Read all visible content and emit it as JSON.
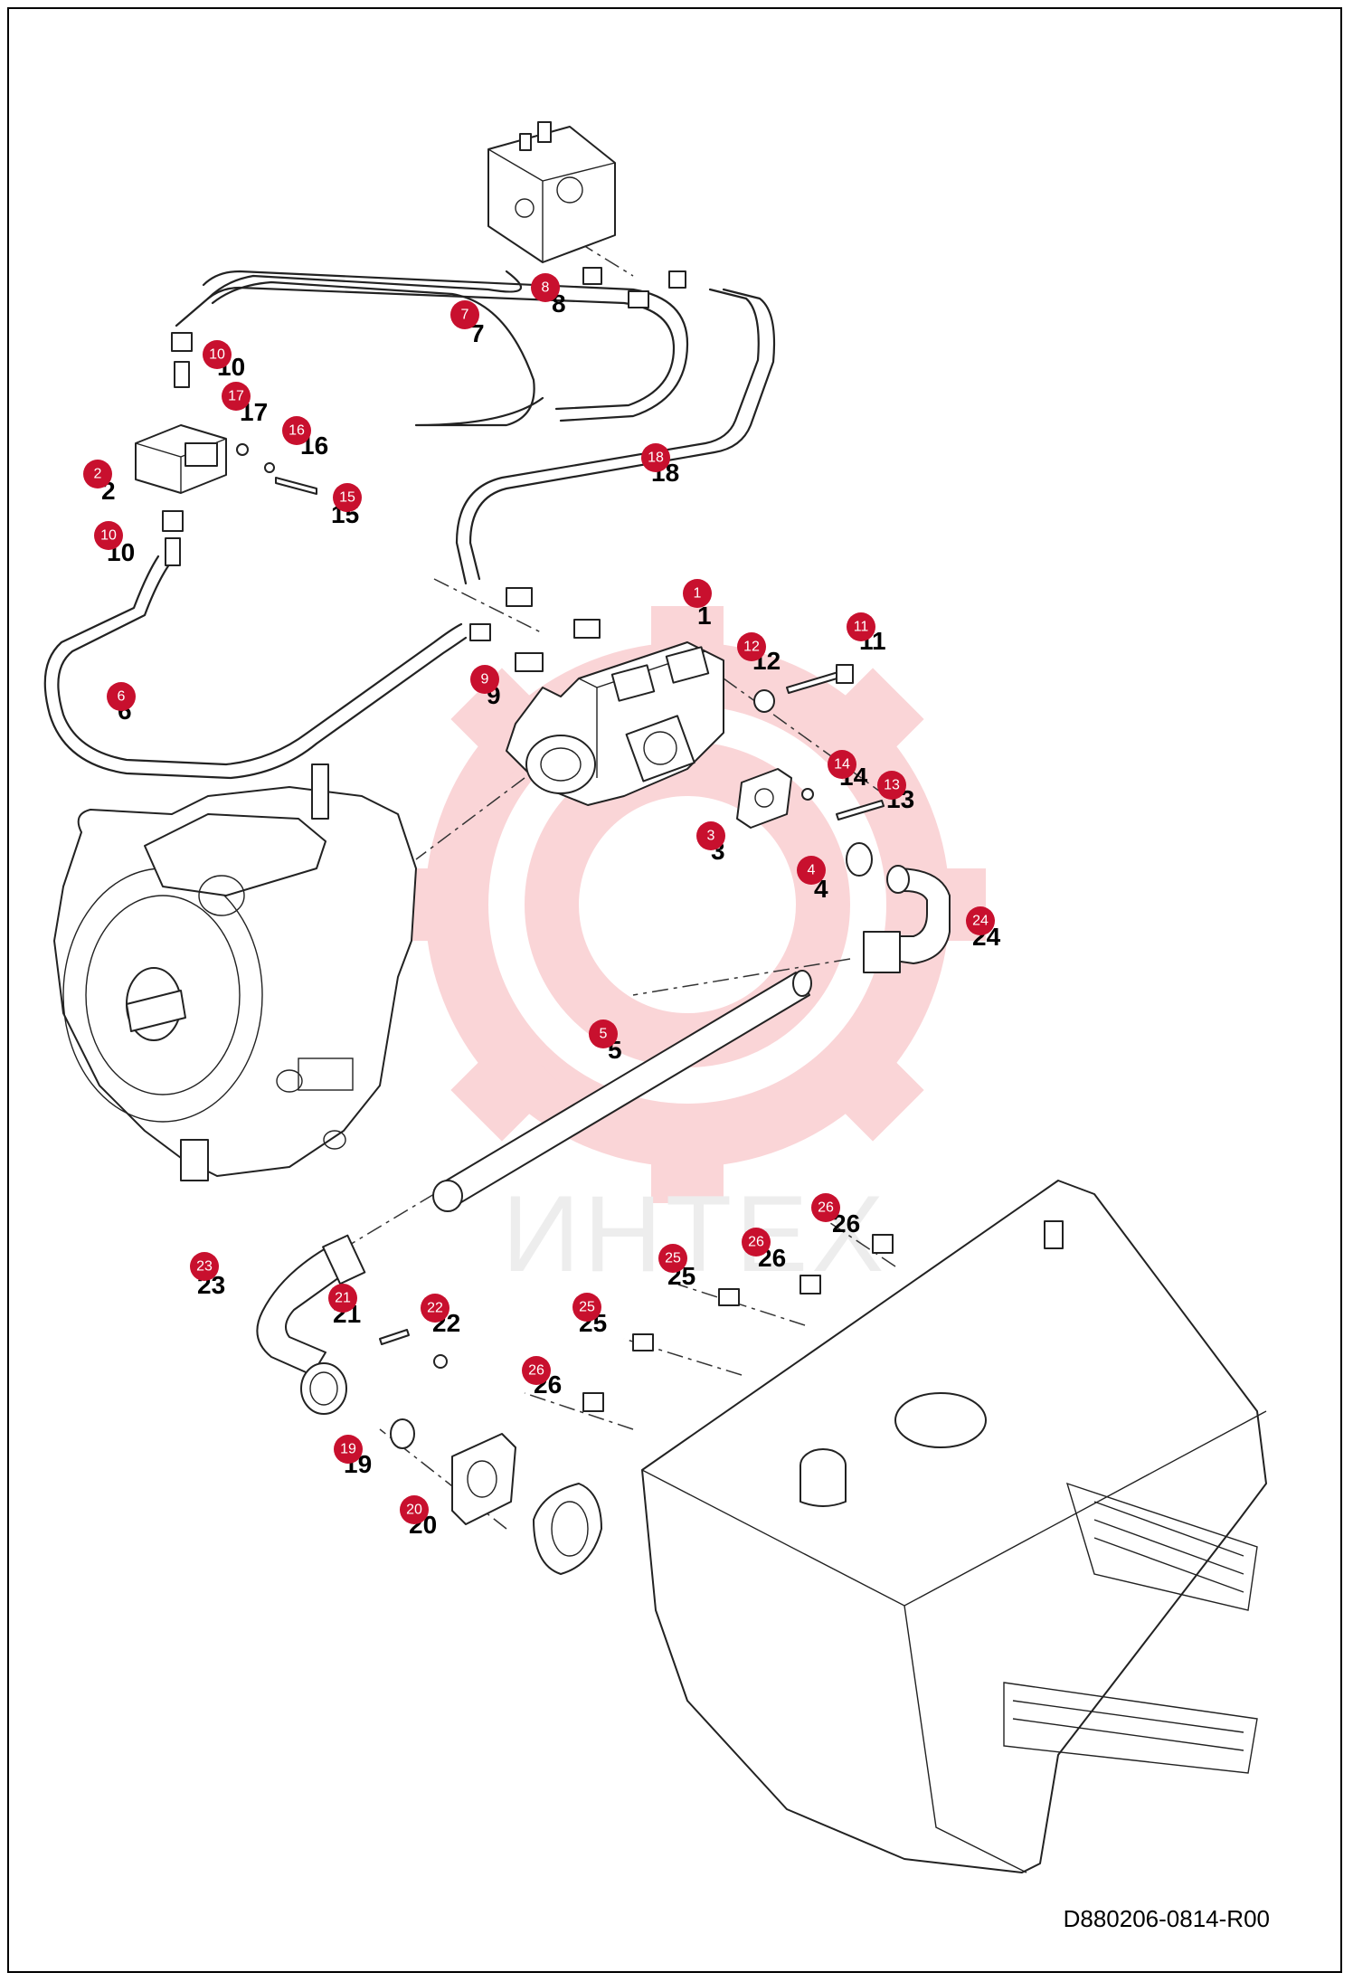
{
  "watermark": {
    "text": "ИНТЕХ",
    "color": "#f4a3a8"
  },
  "callout_color": "#c8102e",
  "drawing_code": "D880206-0814-R00",
  "callouts": [
    {
      "id": "c7",
      "label": "7",
      "num": "7"
    },
    {
      "id": "c8",
      "label": "8",
      "num": "8"
    },
    {
      "id": "c10a",
      "label": "10",
      "num": "10"
    },
    {
      "id": "c17",
      "label": "17",
      "num": "17"
    },
    {
      "id": "c16",
      "label": "16",
      "num": "16"
    },
    {
      "id": "c2",
      "label": "2",
      "num": "2"
    },
    {
      "id": "c15",
      "label": "15",
      "num": "15"
    },
    {
      "id": "c18",
      "label": "18",
      "num": "18"
    },
    {
      "id": "c10b",
      "label": "10",
      "num": "10"
    },
    {
      "id": "c1",
      "label": "1",
      "num": "1"
    },
    {
      "id": "c11",
      "label": "11",
      "num": "11"
    },
    {
      "id": "c12",
      "label": "12",
      "num": "12"
    },
    {
      "id": "c9",
      "label": "9",
      "num": "9"
    },
    {
      "id": "c6",
      "label": "6",
      "num": "6"
    },
    {
      "id": "c14",
      "label": "14",
      "num": "14"
    },
    {
      "id": "c13",
      "label": "13",
      "num": "13"
    },
    {
      "id": "c3",
      "label": "3",
      "num": "3"
    },
    {
      "id": "c4",
      "label": "4",
      "num": "4"
    },
    {
      "id": "c24",
      "label": "24",
      "num": "24"
    },
    {
      "id": "c5",
      "label": "5",
      "num": "5"
    },
    {
      "id": "c26a",
      "label": "26",
      "num": "26"
    },
    {
      "id": "c26b",
      "label": "26",
      "num": "26"
    },
    {
      "id": "c25a",
      "label": "25",
      "num": "25"
    },
    {
      "id": "c23",
      "label": "23",
      "num": "23"
    },
    {
      "id": "c21",
      "label": "21",
      "num": "21"
    },
    {
      "id": "c22",
      "label": "22",
      "num": "22"
    },
    {
      "id": "c25b",
      "label": "25",
      "num": "25"
    },
    {
      "id": "c26c",
      "label": "26",
      "num": "26"
    },
    {
      "id": "c19",
      "label": "19",
      "num": "19"
    },
    {
      "id": "c20",
      "label": "20",
      "num": "20"
    }
  ]
}
